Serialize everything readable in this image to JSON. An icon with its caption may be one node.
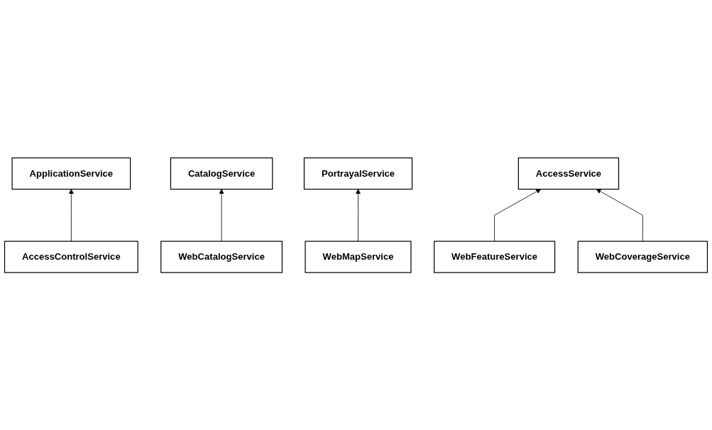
{
  "diagram": {
    "nodes": [
      {
        "text": [
          "ApplicationService"
        ]
      },
      {
        "text": [
          "PortrayalService"
        ]
      },
      {
        "text": [
          "AccessService"
        ]
      },
      {
        "text": [
          "CatalogService"
        ]
      },
      {
        "text": [
          "AccessControlService"
        ]
      },
      {
        "text": [
          "WebCatalogService"
        ]
      },
      {
        "text": [
          "WebMapService"
        ]
      },
      {
        "text": [
          "WebFeatureService"
        ]
      },
      {
        "text": [
          "WebCoverageService"
        ]
      }
    ],
    "edges": [
      {
        "from": 4,
        "to": 0,
        "arrow": "to"
      },
      {
        "from": 5,
        "to": 3,
        "arrow": "to"
      },
      {
        "from": 6,
        "to": 1,
        "arrow": "to"
      },
      {
        "from": 7,
        "to": 2,
        "arrow": "to"
      },
      {
        "from": 8,
        "to": 2,
        "arrow": "to"
      }
    ]
  }
}
